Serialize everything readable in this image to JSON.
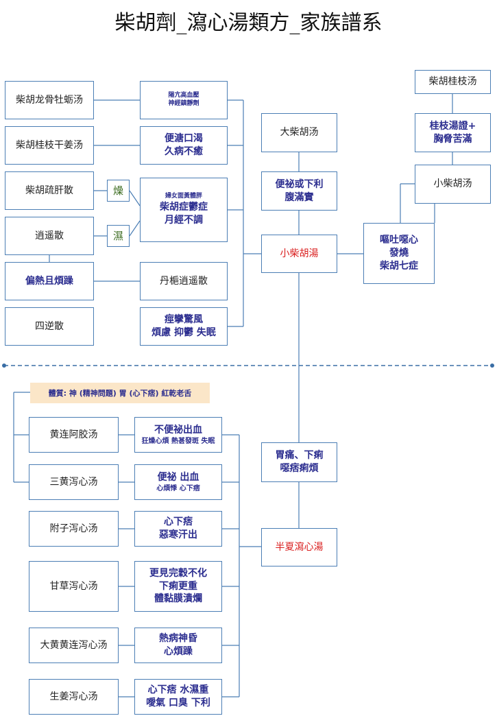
{
  "title": "柴胡劑_瀉心湯類方_家族譜系",
  "upper": {
    "left_formulas": [
      "柴胡龙骨牡蛎汤",
      "柴胡桂枝干姜汤",
      "柴胡疏肝散",
      "逍遥散",
      "偏熱且煩躁",
      "四逆散"
    ],
    "marks": {
      "dry": "燥",
      "damp": "濕"
    },
    "symptoms": {
      "longgu_1": "陽亢高血壓",
      "longgu_2": "神經鎮靜劑",
      "guizhi_1": "便溏口渴",
      "guizhi_2": "久病不癒",
      "shugan_1": "婦女面黃體胖",
      "shugan_2": "柴胡症鬱症",
      "shugan_3": "月經不調",
      "danzhi": "丹梔逍遥散",
      "sini_1": "痙攣驚風",
      "sini_2": "煩慮 抑鬱 失眠"
    },
    "center": {
      "da_chaihu": "大柴胡汤",
      "da_sym_1": "便祕或下利",
      "da_sym_2": "腹滿實",
      "xiao_chaihu_tang": "小柴胡湯"
    },
    "right": {
      "guizhi_tang": "柴胡桂枝汤",
      "guizhi_sym_1": "桂枝湯證+",
      "guizhi_sym_2": "胸脅苦滿",
      "xiao_chaihu": "小柴胡汤",
      "ou_1": "嘔吐噁心",
      "ou_2": "發燒",
      "ou_3": "柴胡七症"
    }
  },
  "lower": {
    "constitution": "體質: 神 (精神問題) 胃 (心下痞) 紅乾老舌",
    "left_formulas": [
      "黄连阿胶汤",
      "三黄泻心汤",
      "附子泻心汤",
      "甘草泻心汤",
      "大黄黄连泻心汤",
      "生姜泻心汤"
    ],
    "symptoms": {
      "ejiao_1": "不便祕出血",
      "ejiao_2": "狂燥心煩 熱甚發斑 失眠",
      "sanhuang_1": "便祕 出血",
      "sanhuang_2": "心煩悸 心下痞",
      "fuzi_1": "心下痞",
      "fuzi_2": "惡寒汗出",
      "gancao_1": "更見完穀不化",
      "gancao_2": "下痢更重",
      "gancao_3": "體黏膜潰爛",
      "dahuang_1": "熱病神昏",
      "dahuang_2": "心煩躁",
      "shengjiang_1": "心下痞 水濕重",
      "shengjiang_2": "噯氣 口臭 下利"
    },
    "center": {
      "wei_1": "胃痛、下痢",
      "wei_2": "噁痞痢煩",
      "banxia": "半夏瀉心湯"
    }
  },
  "colors": {
    "border": "#4a7db4",
    "symptom_text": "#2b2d8f",
    "root_text": "#d91c1c",
    "constitution_bg": "#fbe6c8",
    "divider": "#3a6ea5"
  }
}
